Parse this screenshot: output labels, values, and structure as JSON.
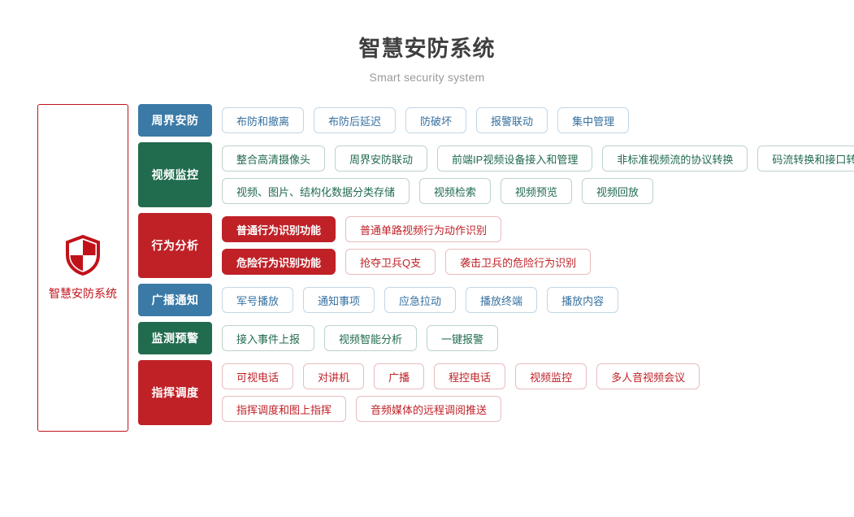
{
  "header": {
    "title": "智慧安防系统",
    "subtitle": "Smart security system"
  },
  "brand": {
    "label": "智慧安防系统",
    "icon": "shield-icon",
    "accent_color": "#c1121a"
  },
  "colors": {
    "blue": "#3b7aa6",
    "green": "#216b4e",
    "red": "#bf2127"
  },
  "categories": [
    {
      "label": "周界安防",
      "tone": "blue",
      "lines": [
        [
          {
            "label": "布防和撤离",
            "filled": false
          },
          {
            "label": "布防后延迟",
            "filled": false
          },
          {
            "label": "防破坏",
            "filled": false
          },
          {
            "label": "报警联动",
            "filled": false
          },
          {
            "label": "集中管理",
            "filled": false
          }
        ]
      ]
    },
    {
      "label": "视频监控",
      "tone": "green",
      "lines": [
        [
          {
            "label": "整合高清摄像头",
            "filled": false
          },
          {
            "label": "周界安防联动",
            "filled": false
          },
          {
            "label": "前端IP视频设备接入和管理",
            "filled": false
          },
          {
            "label": "非标准视频流的协议转换",
            "filled": false
          },
          {
            "label": "码流转换和接口转换",
            "filled": false
          }
        ],
        [
          {
            "label": "视频、图片、结构化数据分类存储",
            "filled": false
          },
          {
            "label": "视频检索",
            "filled": false
          },
          {
            "label": "视频预览",
            "filled": false
          },
          {
            "label": "视频回放",
            "filled": false
          }
        ]
      ]
    },
    {
      "label": "行为分析",
      "tone": "red",
      "lines": [
        [
          {
            "label": "普通行为识别功能",
            "filled": true
          },
          {
            "label": "普通单路视频行为动作识别",
            "filled": false
          }
        ],
        [
          {
            "label": "危险行为识别功能",
            "filled": true
          },
          {
            "label": "抢夺卫兵Q支",
            "filled": false
          },
          {
            "label": "袭击卫兵的危险行为识别",
            "filled": false
          }
        ]
      ]
    },
    {
      "label": "广播通知",
      "tone": "blue",
      "lines": [
        [
          {
            "label": "军号播放",
            "filled": false
          },
          {
            "label": "通知事项",
            "filled": false
          },
          {
            "label": "应急拉动",
            "filled": false
          },
          {
            "label": "播放终端",
            "filled": false
          },
          {
            "label": "播放内容",
            "filled": false
          }
        ]
      ]
    },
    {
      "label": "监测预警",
      "tone": "green",
      "lines": [
        [
          {
            "label": "接入事件上报",
            "filled": false
          },
          {
            "label": "视频智能分析",
            "filled": false
          },
          {
            "label": "一键报警",
            "filled": false
          }
        ]
      ]
    },
    {
      "label": "指挥调度",
      "tone": "red",
      "lines": [
        [
          {
            "label": "可视电话",
            "filled": false
          },
          {
            "label": "对讲机",
            "filled": false
          },
          {
            "label": "广播",
            "filled": false
          },
          {
            "label": "程控电话",
            "filled": false
          },
          {
            "label": "视频监控",
            "filled": false
          },
          {
            "label": "多人音视频会议",
            "filled": false
          }
        ],
        [
          {
            "label": "指挥调度和图上指挥",
            "filled": false
          },
          {
            "label": "音频媒体的远程调阅推送",
            "filled": false
          }
        ]
      ]
    }
  ]
}
